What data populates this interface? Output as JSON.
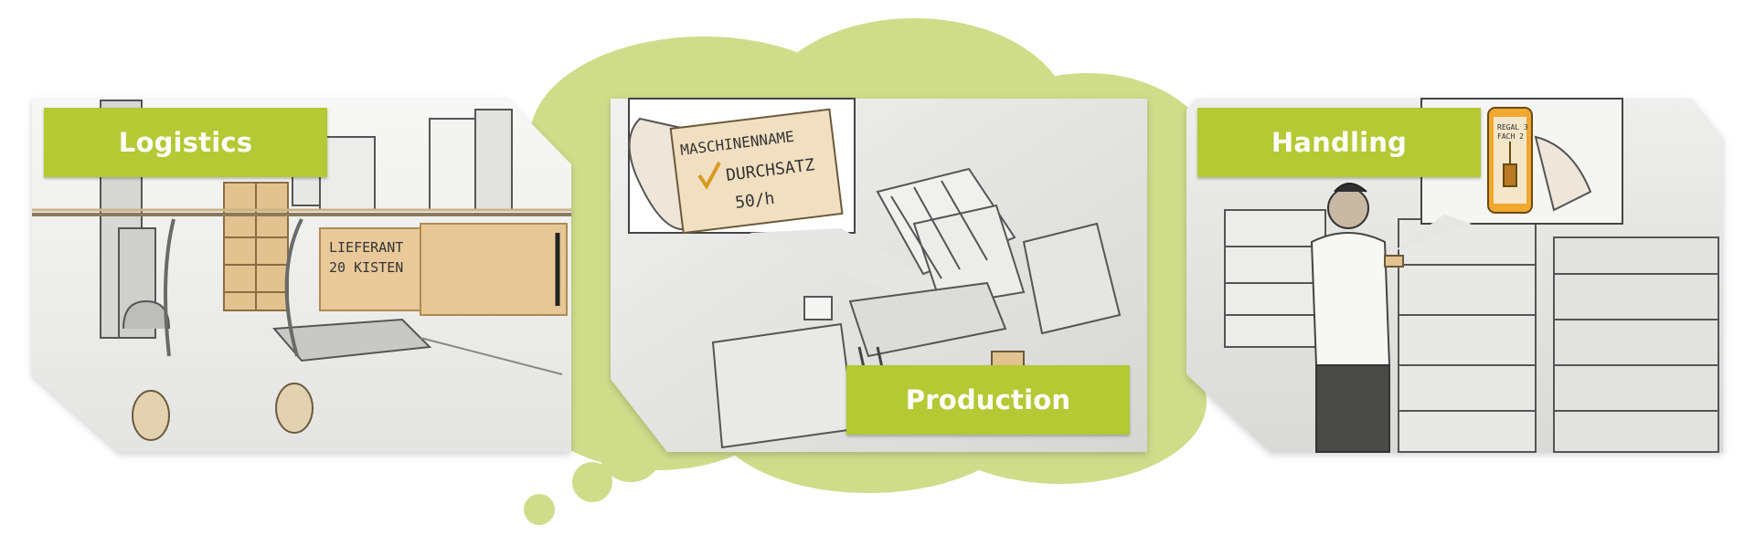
{
  "colors": {
    "accent": "#b4c934",
    "cloud": "#cfdc8a",
    "paper": "#f3f3f1",
    "sketch_line": "#555555",
    "cardboard": "#e2c38f"
  },
  "panels": [
    {
      "label": "Logistics",
      "sketch_texts": [
        "LIEFERANT",
        "20 KISTEN"
      ]
    },
    {
      "label": "Production",
      "sketch_texts": [
        "MASCHINENNAME",
        "DURCHSATZ",
        "50/h"
      ]
    },
    {
      "label": "Handling",
      "sketch_texts": [
        "REGAL 3",
        "FACH 2"
      ]
    }
  ]
}
